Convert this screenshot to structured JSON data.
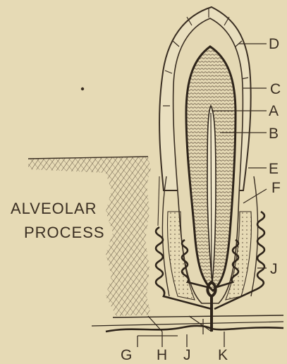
{
  "diagram": {
    "region_label_line1": "ALVEOLAR",
    "region_label_line2": "PROCESS",
    "labels": {
      "A": "A",
      "B": "B",
      "C": "C",
      "D": "D",
      "E": "E",
      "F": "F",
      "J_right": "J",
      "G": "G",
      "H": "H",
      "J_bottom": "J",
      "K": "K"
    },
    "colors": {
      "paper": "#e6dab5",
      "ink": "#3a2e22",
      "shade": "#6b5a44"
    }
  }
}
